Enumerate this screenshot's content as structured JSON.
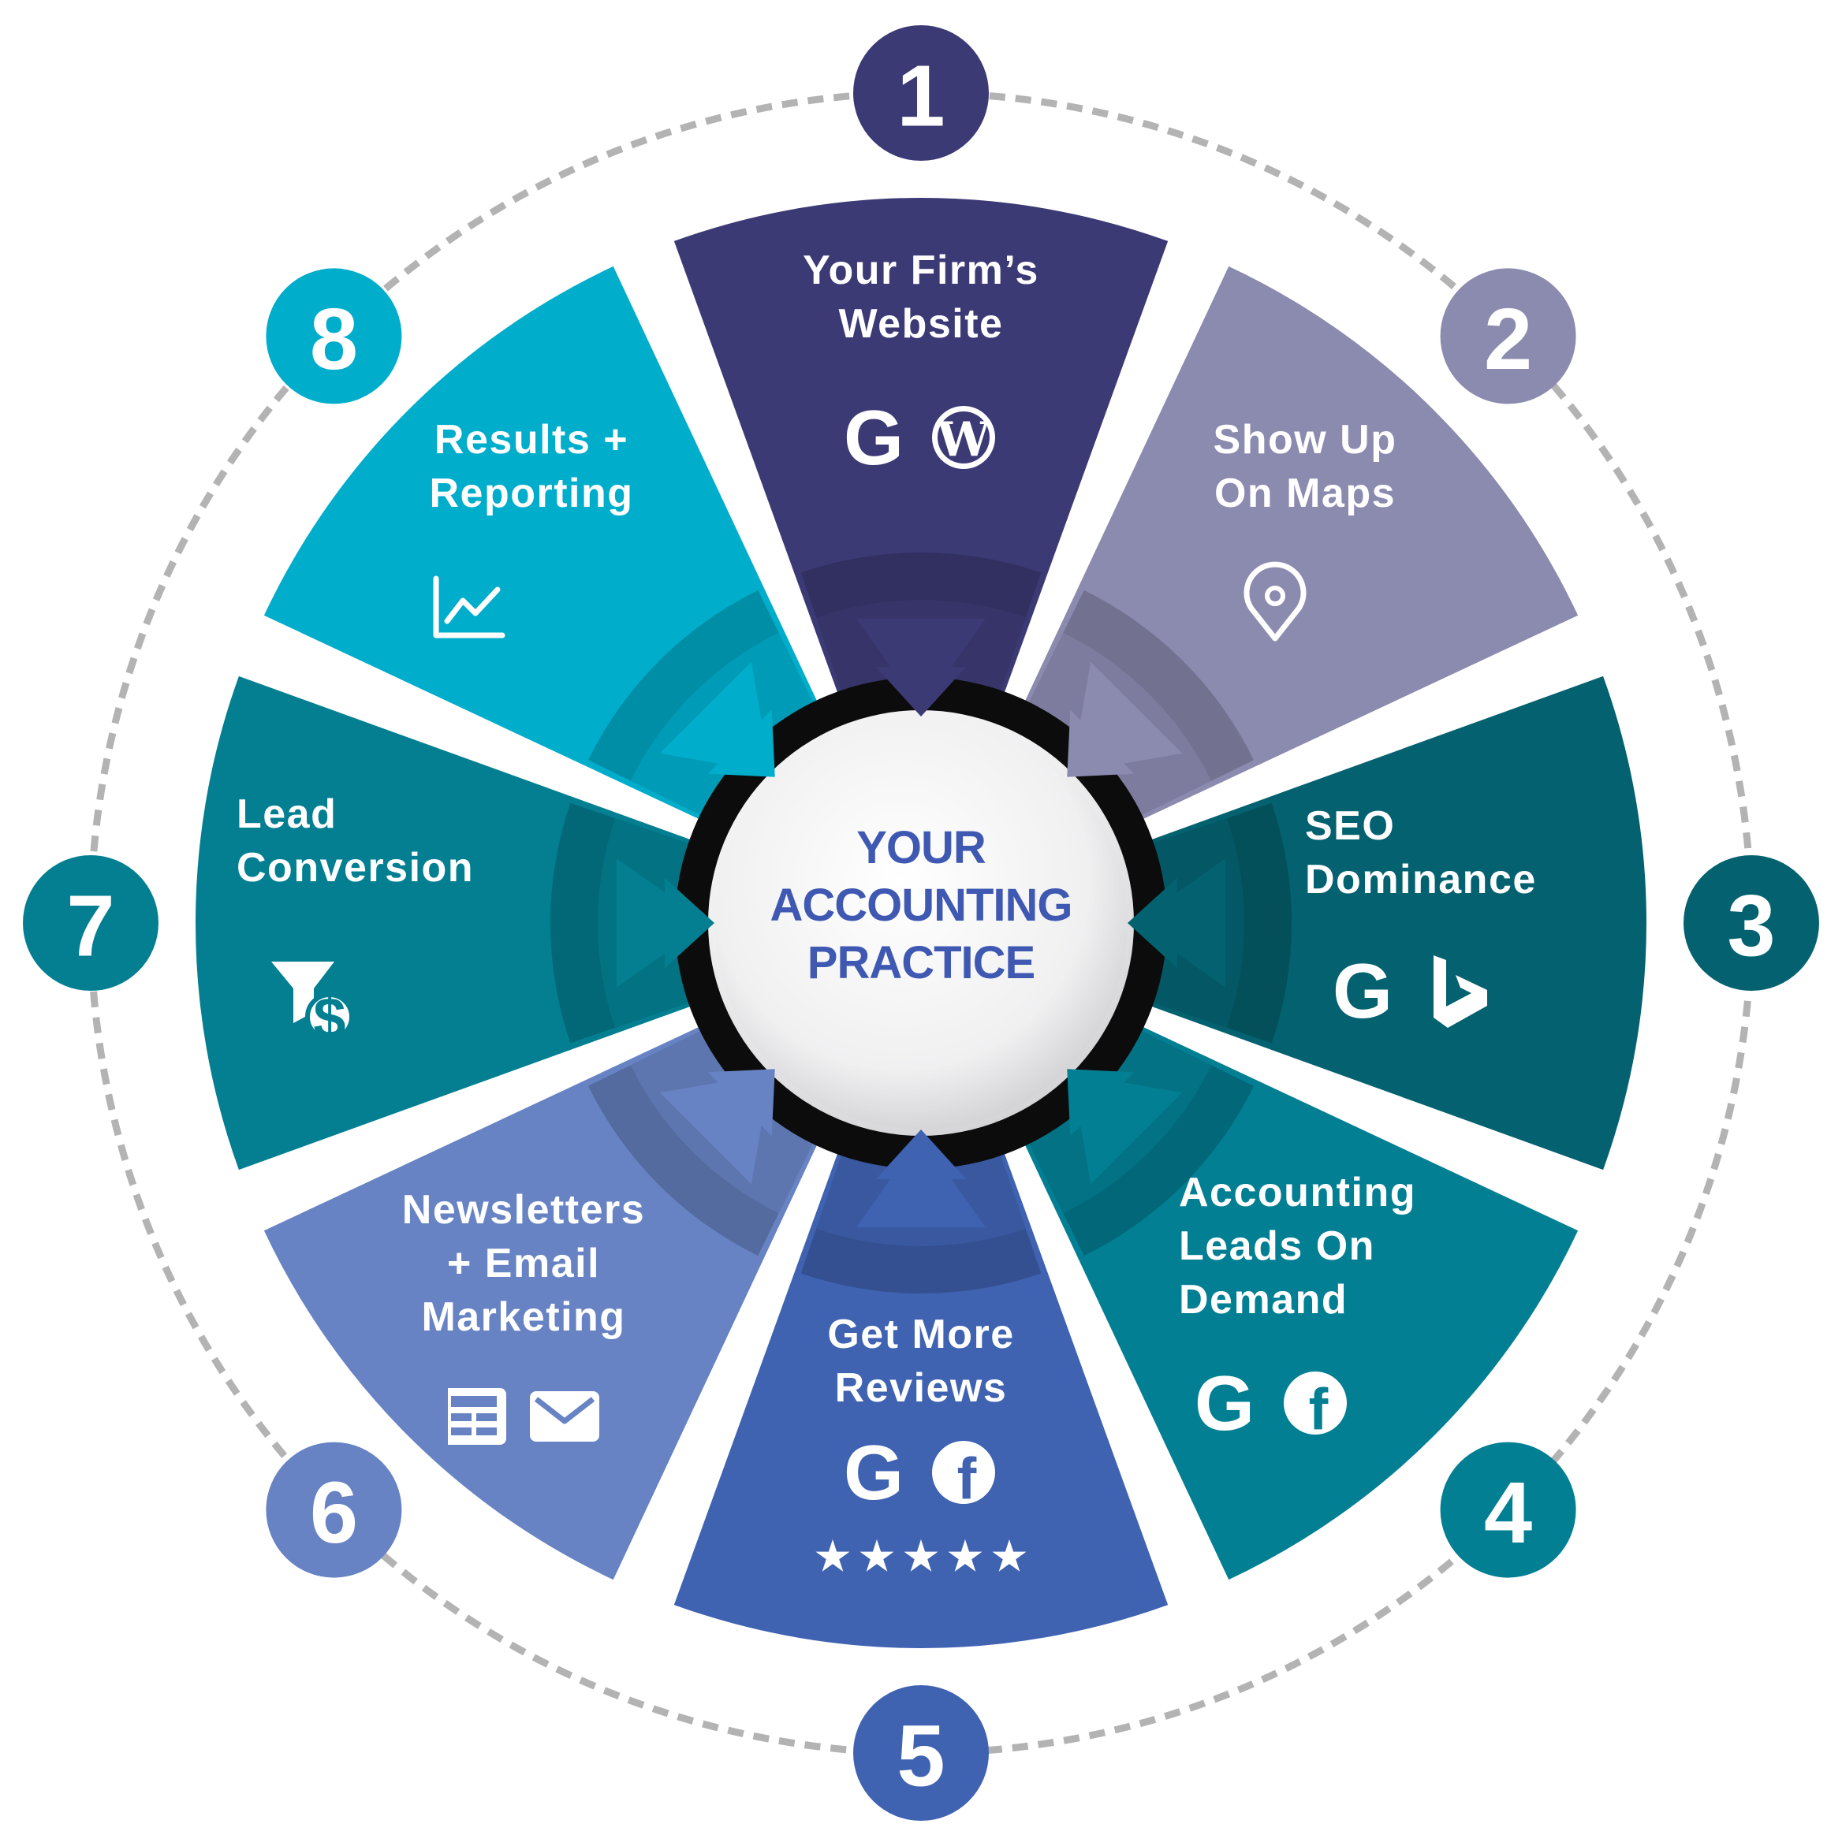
{
  "center": {
    "lines": [
      "YOUR",
      "ACCOUNTING",
      "PRACTICE"
    ],
    "text_color": "#3f59b3"
  },
  "steps": [
    {
      "number": "1",
      "lines": [
        "Your Firm’s",
        "Website"
      ],
      "color": "#3c3a75",
      "icons": [
        "google-icon",
        "wordpress-icon"
      ]
    },
    {
      "number": "2",
      "lines": [
        "Show Up",
        "On Maps"
      ],
      "color": "#8b8aaf",
      "icons": [
        "map-pin-icon"
      ]
    },
    {
      "number": "3",
      "lines": [
        "SEO",
        "Dominance"
      ],
      "color": "#04616f",
      "icons": [
        "google-icon",
        "bing-icon"
      ]
    },
    {
      "number": "4",
      "lines": [
        "Accounting",
        "Leads On",
        "Demand"
      ],
      "color": "#027f93",
      "icons": [
        "google-icon",
        "facebook-icon"
      ]
    },
    {
      "number": "5",
      "lines": [
        "Get More",
        "Reviews"
      ],
      "color": "#3f62b1",
      "icons": [
        "google-icon",
        "facebook-icon",
        "five-stars-icon"
      ]
    },
    {
      "number": "6",
      "lines": [
        "Newsletters",
        "+ Email",
        "Marketing"
      ],
      "color": "#6783c3",
      "icons": [
        "newsletter-icon",
        "envelope-icon"
      ]
    },
    {
      "number": "7",
      "lines": [
        "Lead",
        "Conversion"
      ],
      "color": "#037f91",
      "icons": [
        "funnel-dollar-icon"
      ]
    },
    {
      "number": "8",
      "lines": [
        "Results +",
        "Reporting"
      ],
      "color": "#00adcb",
      "icons": [
        "line-chart-icon"
      ]
    }
  ],
  "icon_glyphs": {
    "google": "G",
    "facebook": "f",
    "wordpress": "W",
    "dollar": "$",
    "star": "★"
  },
  "outer_ring_color": "#b3b3b3"
}
